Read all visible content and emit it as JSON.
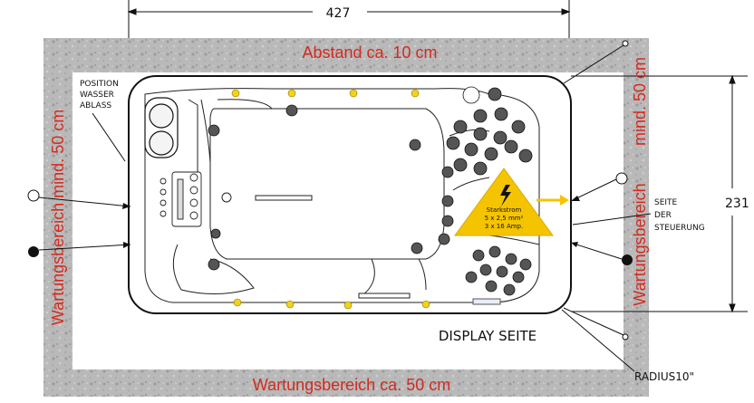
{
  "dimensions": {
    "width": "427",
    "depth": "231"
  },
  "labels": {
    "clearance_top": "Abstand ca. 10 cm",
    "service_left": "Wartungsbereich  mind. 50 cm",
    "service_right": "mind. 50 cm",
    "service_right_2": "Wartungsbereich",
    "service_bottom": "Wartungsbereich ca. 50 cm",
    "drain_position": [
      "POSITION",
      "WASSER",
      "ABLASS"
    ],
    "control_side": [
      "SEITE",
      "DER",
      "STEUERUNG"
    ],
    "display_side": "DISPLAY SEITE",
    "radius": "RADIUS10\""
  },
  "power_warning": {
    "title": "Starkstrom",
    "line1": "5 x 2,5 mm²",
    "line2": "3 x 16 Amp."
  },
  "colors": {
    "clearance_text": "#d42a1e",
    "warning_yellow": "#f5c400",
    "jet_yellow": "#f2d21b",
    "wall_gray": "#b8b8b8"
  }
}
